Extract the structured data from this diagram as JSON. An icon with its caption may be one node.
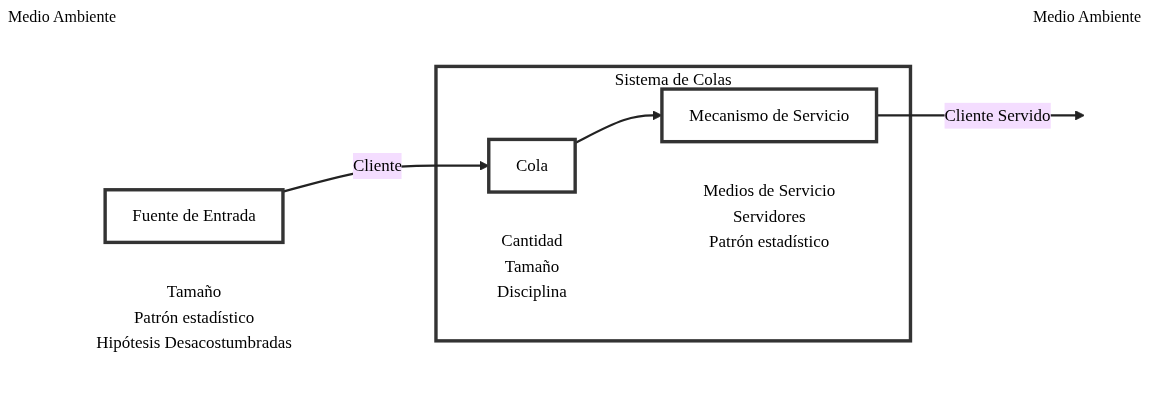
{
  "diagram": {
    "nodes": [
      {
        "text": [
          "Fuente de Entrada"
        ],
        "beside": [
          "Tamaño",
          "Patrón estadístico",
          "Hipótesis Desacostumbradas"
        ]
      },
      {
        "text": [
          "Sistema de Colas"
        ]
      },
      {
        "text": [
          "Cola"
        ],
        "in": 1,
        "beside": [
          "Cantidad",
          "Tamaño",
          "Disciplina"
        ]
      },
      {
        "text": [
          "Mecanismo de Servicio"
        ],
        "in": 1,
        "beside": [
          "Medios de Servicio",
          "Servidores",
          "Patrón estadístico"
        ]
      }
    ],
    "edges": [
      {
        "from": 0,
        "to": 2,
        "arrow": "to",
        "label": "Cliente"
      },
      {
        "from": 2,
        "to": 3,
        "arrow": "to"
      },
      {
        "from": 3,
        "to": null,
        "arrow": "to",
        "label": "Cliente Servido"
      }
    ],
    "labels": [
      "Medio Ambiente",
      "Medio Ambiente"
    ]
  }
}
